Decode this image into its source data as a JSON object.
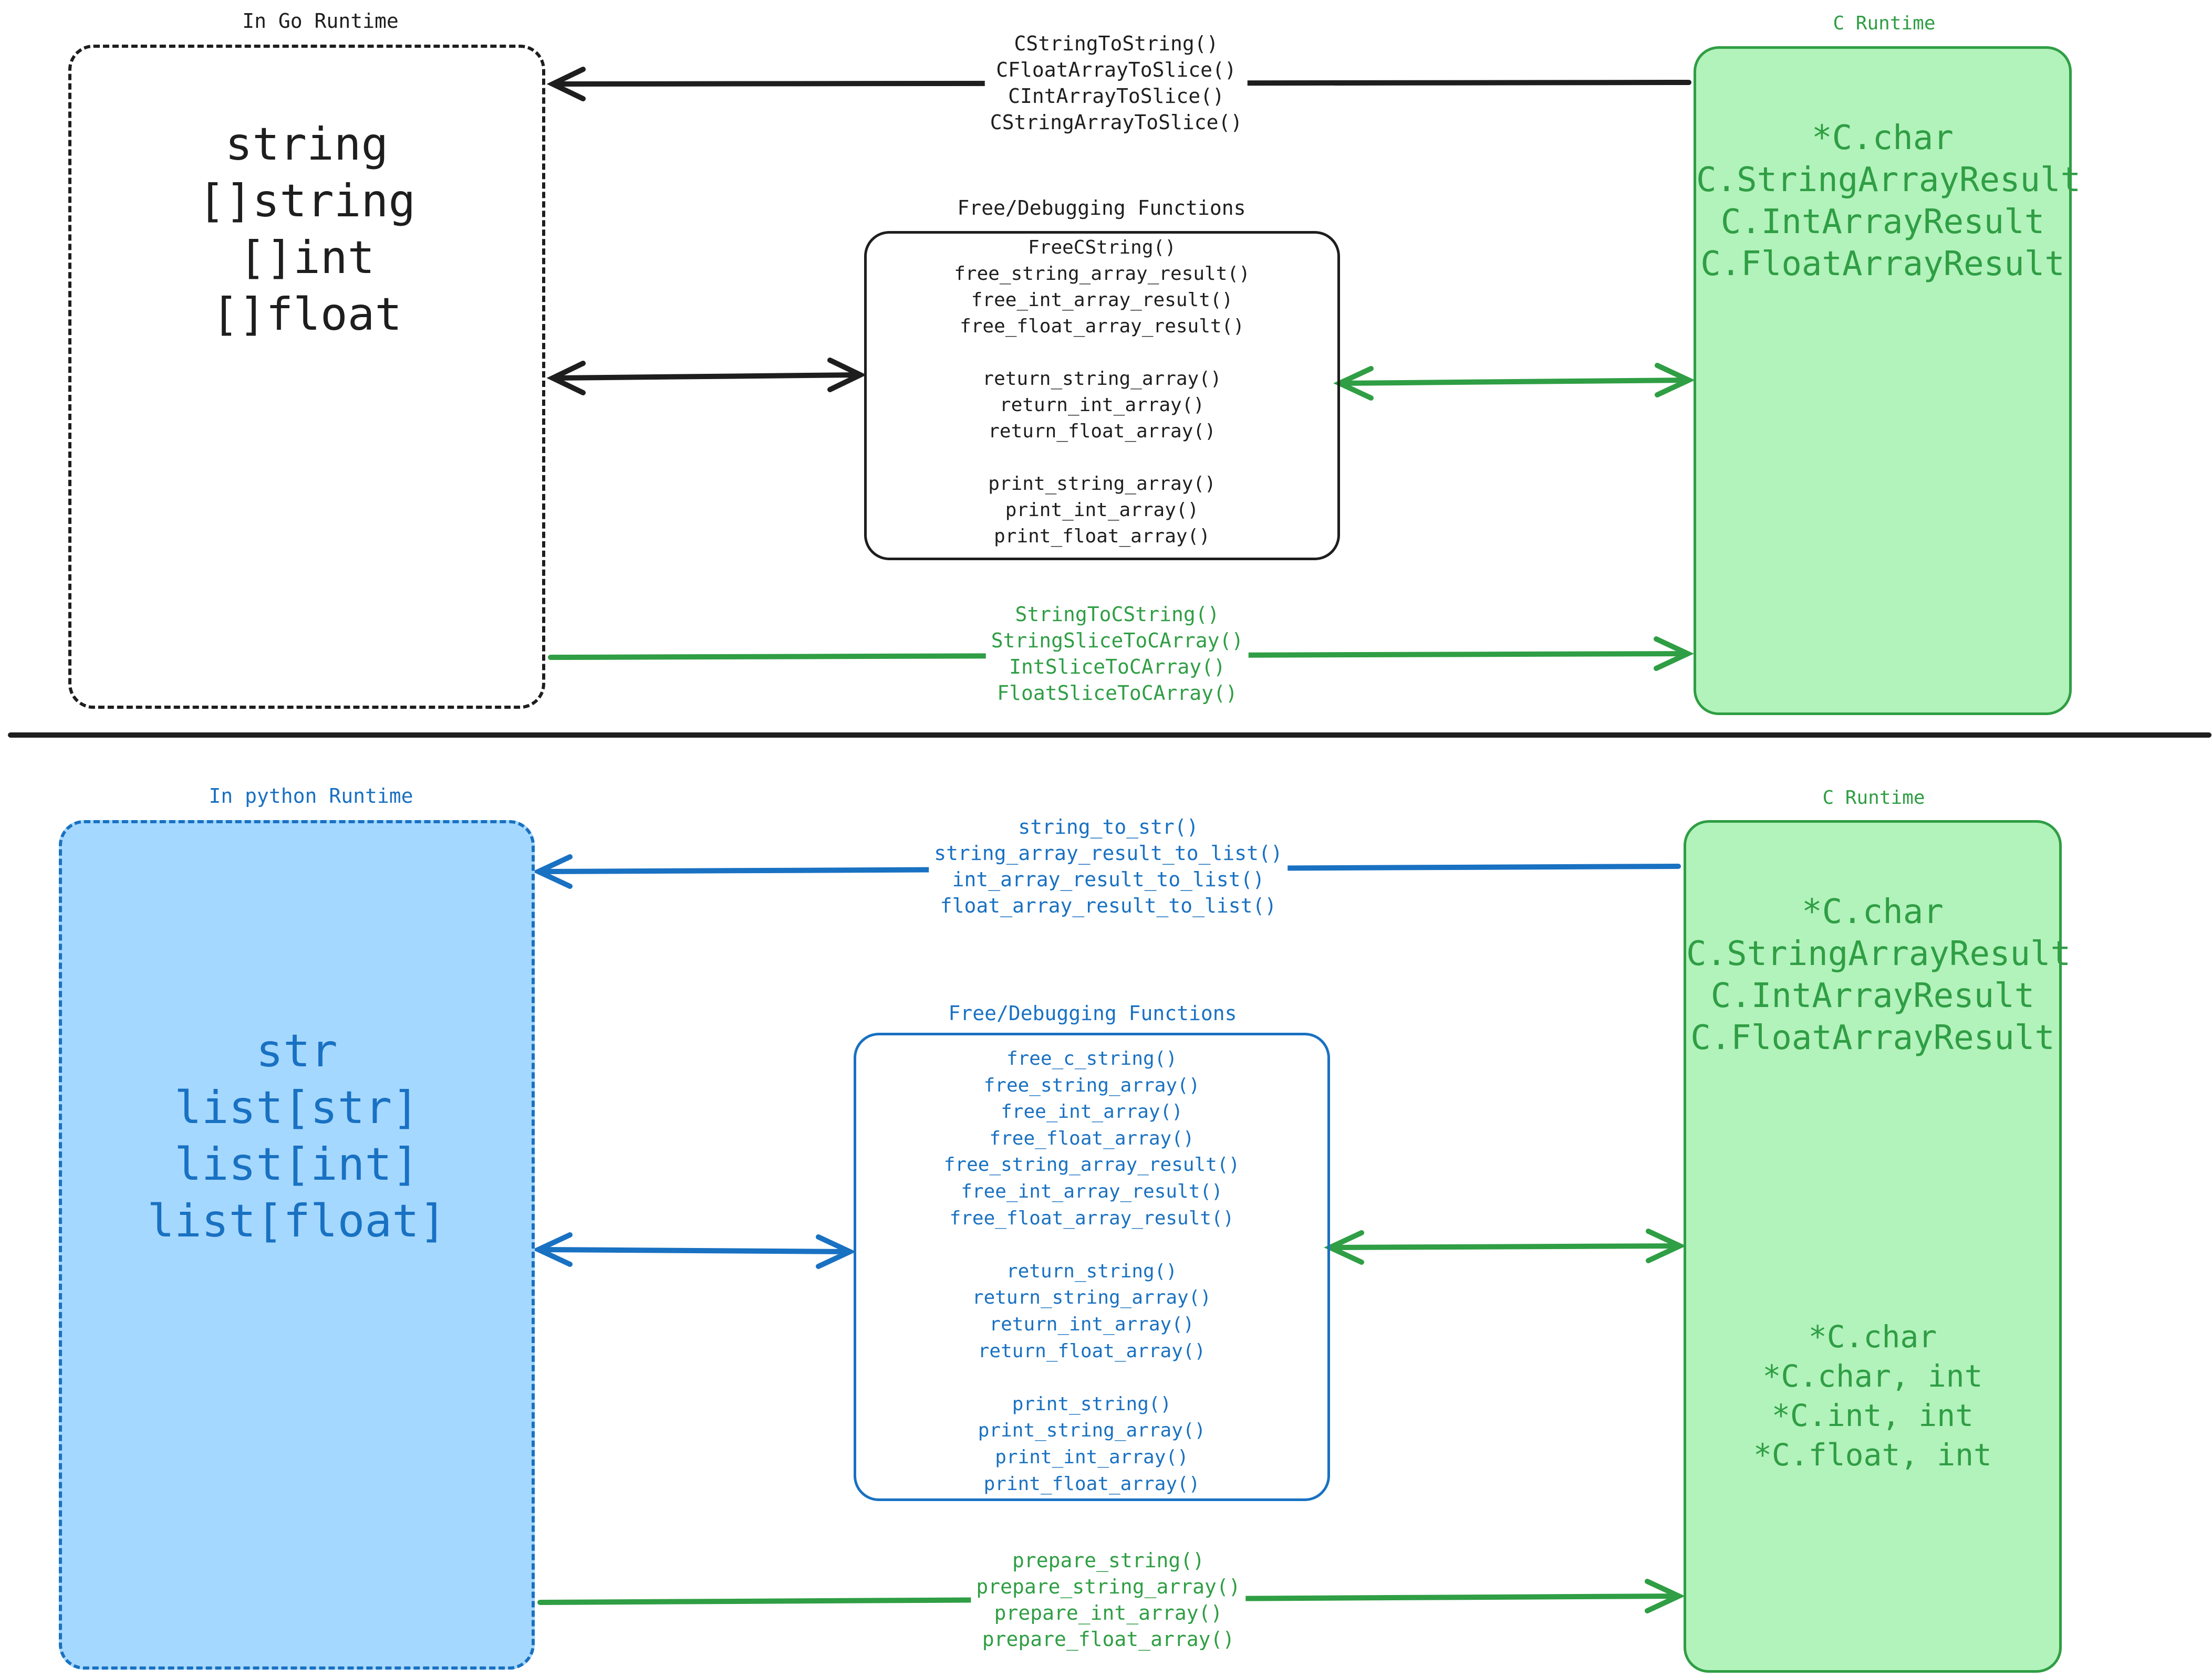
{
  "colors": {
    "black": "#1e1e1e",
    "green": "#2f9e44",
    "blue": "#1971c2",
    "green_fill": "#b2f2bb",
    "blue_fill": "#a5d8ff"
  },
  "top": {
    "go_runtime_label": "In Go Runtime",
    "go_types": [
      "string",
      "[]string",
      "[]int",
      "[]float"
    ],
    "c_runtime_label": "C Runtime",
    "c_types": [
      "*C.char",
      "C.StringArrayResult",
      "C.IntArrayResult",
      "C.FloatArrayResult"
    ],
    "c_to_go_functions": [
      "CStringToString()",
      "CFloatArrayToSlice()",
      "CIntArrayToSlice()",
      "CStringArrayToSlice()"
    ],
    "free_debug_label": "Free/Debugging Functions",
    "free_debug_functions": [
      "FreeCString()",
      "free_string_array_result()",
      "free_int_array_result()",
      "free_float_array_result()",
      "",
      "return_string_array()",
      "return_int_array()",
      "return_float_array()",
      "",
      "print_string_array()",
      "print_int_array()",
      "print_float_array()"
    ],
    "go_to_c_functions": [
      "StringToCString()",
      "StringSliceToCArray()",
      "IntSliceToCArray()",
      "FloatSliceToCArray()"
    ]
  },
  "bottom": {
    "py_runtime_label": "In python Runtime",
    "py_types": [
      "str",
      "list[str]",
      "list[int]",
      "list[float]"
    ],
    "c_runtime_label": "C Runtime",
    "c_types": [
      "*C.char",
      "C.StringArrayResult",
      "C.IntArrayResult",
      "C.FloatArrayResult"
    ],
    "c_params": [
      "*C.char",
      "*C.char, int",
      "*C.int, int",
      "*C.float, int"
    ],
    "c_to_py_functions": [
      "string_to_str()",
      "string_array_result_to_list()",
      "int_array_result_to_list()",
      "float_array_result_to_list()"
    ],
    "free_debug_label": "Free/Debugging Functions",
    "free_debug_functions": [
      "free_c_string()",
      "free_string_array()",
      "free_int_array()",
      "free_float_array()",
      "free_string_array_result()",
      "free_int_array_result()",
      "free_float_array_result()",
      "",
      "return_string()",
      "return_string_array()",
      "return_int_array()",
      "return_float_array()",
      "",
      "print_string()",
      "print_string_array()",
      "print_int_array()",
      "print_float_array()"
    ],
    "py_to_c_functions": [
      "prepare_string()",
      "prepare_string_array()",
      "prepare_int_array()",
      "prepare_float_array()"
    ]
  }
}
